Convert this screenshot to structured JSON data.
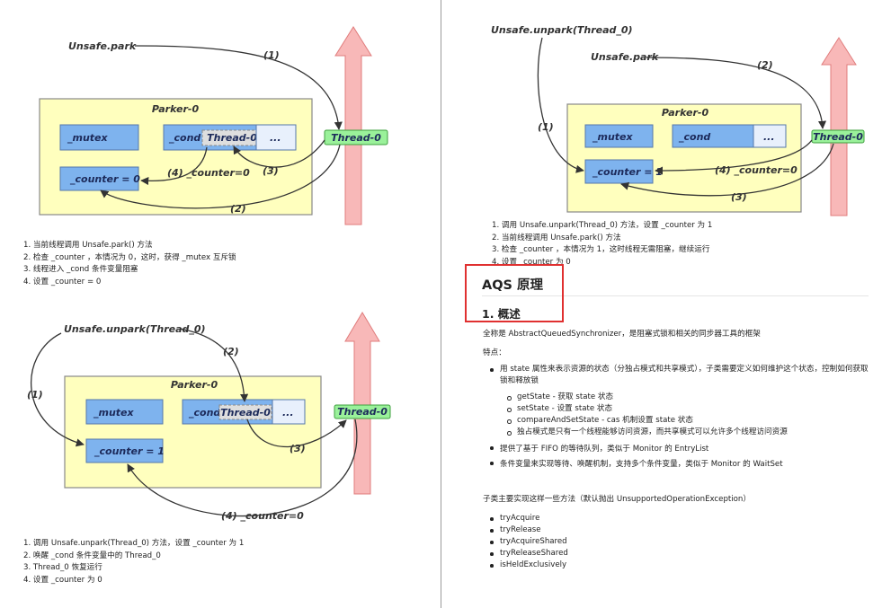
{
  "diagram1": {
    "unsafe_park": "Unsafe.park",
    "parker": "Parker-0",
    "mutex": "_mutex",
    "cond": "_cond",
    "thread_in_cond": "Thread-0",
    "ellipsis": "...",
    "counter": "_counter = 0",
    "thread": "Thread-0",
    "a1": "(1)",
    "a2": "(2)",
    "a3": "(3)",
    "a4": "(4) _counter=0",
    "steps": [
      "1. 当前线程调用 Unsafe.park() 方法",
      "2. 检查 _counter ，本情况为 0，这时，获得 _mutex 互斥锁",
      "3. 线程进入 _cond 条件变量阻塞",
      "4. 设置 _counter = 0"
    ]
  },
  "diagram2": {
    "unsafe_unpark": "Unsafe.unpark(Thread_0)",
    "parker": "Parker-0",
    "mutex": "_mutex",
    "cond": "_cond",
    "thread_in_cond": "Thread-0",
    "ellipsis": "...",
    "counter": "_counter = 1",
    "thread": "Thread-0",
    "a1": "(1)",
    "a2": "(2)",
    "a3": "(3)",
    "a4": "(4) _counter=0",
    "steps": [
      "1. 调用 Unsafe.unpark(Thread_0) 方法，设置 _counter 为 1",
      "2. 唤醒 _cond 条件变量中的 Thread_0",
      "3. Thread_0 恢复运行",
      "4. 设置 _counter 为 0"
    ]
  },
  "diagram3": {
    "unsafe_unpark": "Unsafe.unpark(Thread_0)",
    "unsafe_park": "Unsafe.park",
    "parker": "Parker-0",
    "mutex": "_mutex",
    "cond": "_cond",
    "ellipsis": "...",
    "counter": "_counter = 1",
    "thread": "Thread-0",
    "a1": "(1)",
    "a2": "(2)",
    "a3": "(3)",
    "a4": "(4) _counter=0",
    "steps": [
      "1. 调用 Unsafe.unpark(Thread_0) 方法，设置 _counter 为 1",
      "2. 当前线程调用 Unsafe.park() 方法",
      "3. 检查 _counter ，本情况为 1，这时线程无需阻塞，继续运行",
      "4. 设置 _counter 为 0"
    ]
  },
  "aqs": {
    "title": "AQS 原理",
    "section": "1. 概述",
    "intro": "全称是 AbstractQueuedSynchronizer，是阻塞式锁和相关的同步器工具的框架",
    "features_label": "特点：",
    "feature1_line1": "用 state 属性来表示资源的状态（分独占模式和共享模式），子类需要定义如何维护这个状态，控制如何获取",
    "feature1_line2": "锁和释放锁",
    "sub_items": [
      "getState - 获取 state 状态",
      "setState - 设置 state 状态",
      "compareAndSetState - cas 机制设置 state 状态",
      "独占模式是只有一个线程能够访问资源，而共享模式可以允许多个线程访问资源"
    ],
    "feature2": "提供了基于 FIFO 的等待队列，类似于 Monitor 的 EntryList",
    "feature3": "条件变量来实现等待、唤醒机制，支持多个条件变量，类似于 Monitor 的 WaitSet",
    "methods_intro": "子类主要实现这样一些方法（默认抛出 UnsupportedOperationException）",
    "methods": [
      "tryAcquire",
      "tryRelease",
      "tryAcquireShared",
      "tryReleaseShared",
      "isHeldExclusively"
    ]
  },
  "colors": {
    "parker_fill": "#ffffbe",
    "box_fill": "#7eb3ee",
    "thread_fill": "#9af19a",
    "arrow_fill": "#f8b8b8",
    "highlight": "#e03030"
  }
}
